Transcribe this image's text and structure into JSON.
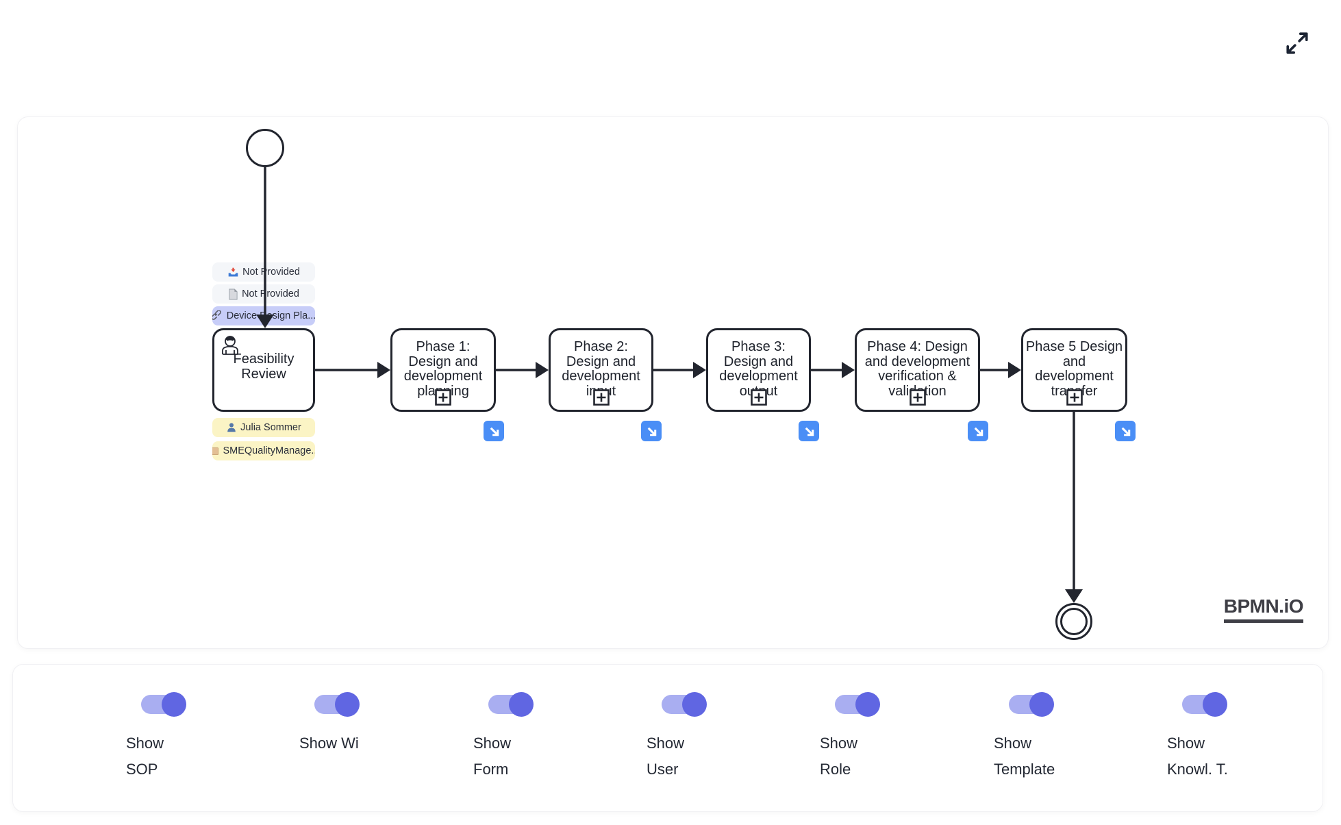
{
  "app": {
    "logo": "BPMN.iO",
    "expand_icon": "expand-diagonal-arrows"
  },
  "colors": {
    "diagram_stroke": "#22252e",
    "accent_blue_badge": "#4a8ef6",
    "chip_gray_bg": "#f3f5f9",
    "chip_lavender_bg": "#c7cdf8",
    "chip_yellow_bg": "#fbf4c5",
    "toggle_track": "#a9aef1",
    "toggle_knob": "#6066e2"
  },
  "diagram": {
    "start_event": "start-event",
    "end_event": "end-event",
    "feasibility": {
      "label": "Feasibility Review",
      "lines": [
        "Feasibility",
        "Review"
      ],
      "badges_above": [
        {
          "icon": "inbox-icon",
          "label": "Not Provided"
        },
        {
          "icon": "document-icon",
          "label": "Not Provided"
        },
        {
          "icon": "link-icon",
          "label": "Device Design Pla..."
        }
      ],
      "badges_below": [
        {
          "icon": "person-icon",
          "label": "Julia Sommer"
        },
        {
          "icon": "tag-icon",
          "label": "SMEQualityManage..."
        }
      ]
    },
    "phases": [
      {
        "label": "Phase 1: Design and development planning",
        "lines": [
          "Phase 1:",
          "Design and",
          "development",
          "planning"
        ]
      },
      {
        "label": "Phase 2: Design and development input",
        "lines": [
          "Phase 2:",
          "Design and",
          "development",
          "input"
        ]
      },
      {
        "label": "Phase 3: Design and development output",
        "lines": [
          "Phase 3:",
          "Design and",
          "development",
          "output"
        ]
      },
      {
        "label": "Phase 4: Design and development verification & validation",
        "lines": [
          "Phase 4: Design",
          "and development",
          "verification &",
          "validation"
        ]
      },
      {
        "label": "Phase 5 Design and development transfer",
        "lines": [
          "Phase 5 Design",
          "and",
          "development",
          "transfer"
        ]
      }
    ]
  },
  "toggles": [
    {
      "state": "on",
      "lines": [
        "Show",
        "SOP"
      ]
    },
    {
      "state": "on",
      "lines": [
        "Show Wi"
      ]
    },
    {
      "state": "on",
      "lines": [
        "Show",
        "Form"
      ]
    },
    {
      "state": "on",
      "lines": [
        "Show",
        "User"
      ]
    },
    {
      "state": "on",
      "lines": [
        "Show",
        "Role"
      ]
    },
    {
      "state": "on",
      "lines": [
        "Show",
        "Template"
      ]
    },
    {
      "state": "on",
      "lines": [
        "Show",
        "Knowl. T."
      ]
    }
  ]
}
